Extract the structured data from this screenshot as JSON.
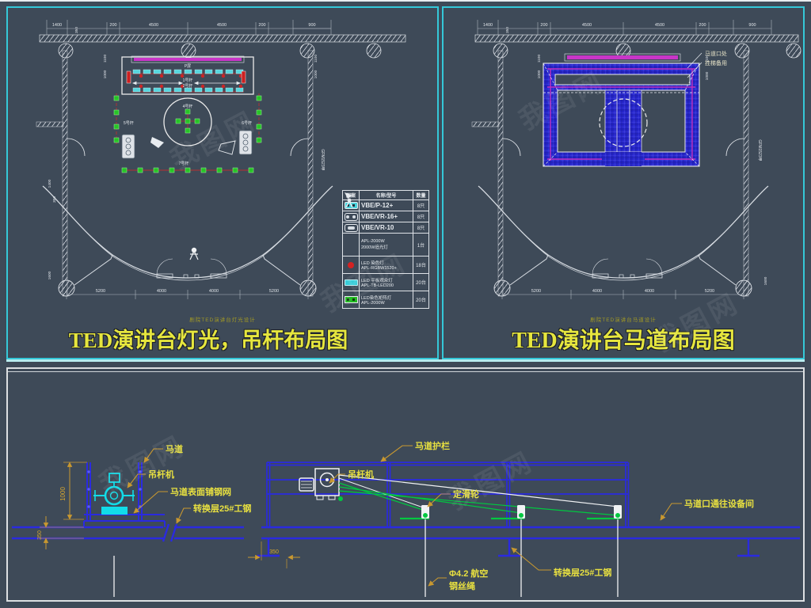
{
  "watermark": {
    "text": "我图网"
  },
  "left_panel": {
    "subtitle": "剧院TED演讲台灯光设计",
    "title": "TED演讲台灯光，吊杆布局图",
    "screen_label": "P屏",
    "pole1": "1号杆",
    "pole2": "2号杆",
    "pole4": "4号杆",
    "pole5": "5号杆",
    "pole6": "6号杆",
    "pole7": "7号杆",
    "dims_top": [
      "1400",
      "200",
      "4500",
      "4500",
      "200",
      "900"
    ],
    "dims_left": [
      "1100",
      "1000"
    ],
    "dims_right": [
      "1100",
      "1000"
    ],
    "dims_edge": [
      "350",
      "1400",
      "350",
      "1600"
    ],
    "dims_bottom": [
      "5200",
      "4000",
      "4000",
      "5200"
    ],
    "door_label": "GFM1523甲"
  },
  "legend": {
    "headers": [
      "图案",
      "名称/型号",
      "数量"
    ],
    "rows": [
      {
        "name1": "VBE/P-12+",
        "name2": "",
        "qty": "8只"
      },
      {
        "name1": "VBE/VR-16+",
        "name2": "",
        "qty": "8只"
      },
      {
        "name1": "VBE/VR-10",
        "name2": "",
        "qty": "8只"
      },
      {
        "name1": "APL-2000W",
        "name2": "2000W追光灯",
        "qty": "1台"
      },
      {
        "name1": "LED 染色灯",
        "name2": "APL-RGBW1520+",
        "qty": "18台"
      },
      {
        "name1": "LED 平板观众灯",
        "name2": "APL-TB-LED200",
        "qty": "20台"
      },
      {
        "name1": "LED染色矩阵灯",
        "name2": "APL-2000W",
        "qty": "20台"
      }
    ]
  },
  "right_panel": {
    "subtitle": "剧院TED演讲台马道设计",
    "title": "TED演讲台马道布局图",
    "callout1": "马道口处",
    "callout2": "挂梯备用",
    "dims_top": [
      "1400",
      "200",
      "4500",
      "4500",
      "200",
      "900"
    ],
    "dims_left": [
      "1100",
      "1000"
    ],
    "dims_right": [
      "1100",
      "1000"
    ],
    "dims_edge": [
      "350",
      "1600"
    ],
    "dims_bottom": [
      "5200",
      "4000",
      "4000",
      "5200"
    ],
    "door_label": "GFM1523甲"
  },
  "section": {
    "catwalk": "马道",
    "hoist": "吊杆机",
    "mesh": "马道表面铺钢网",
    "layer": "转换层25#工钢",
    "railing": "马道护栏",
    "hoist2": "吊杆机",
    "pulley": "定滑轮",
    "opening": "马道口通往设备间",
    "layer2": "转换层25#工钢",
    "rope1": "Φ4.2 航空",
    "rope2": "钢丝绳",
    "dim_height": "1000",
    "dim_350a": "350",
    "dim_350b": "350"
  }
}
